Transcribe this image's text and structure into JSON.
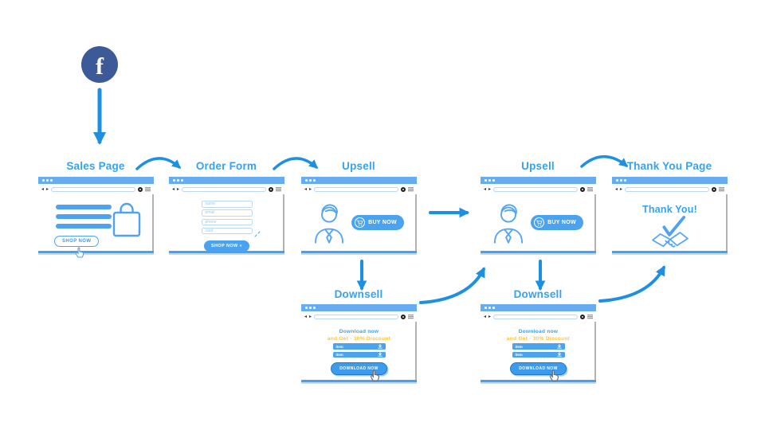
{
  "colors": {
    "label_blue": "#36A2EF",
    "arrow_blue": "#1E90E2",
    "titlebar_blue": "#67ACF0",
    "outline_blue": "#4FA2F0",
    "button_blue": "#3D9BEC",
    "facebook_blue": "#3D5A98",
    "discount_yellow": "#FFC43D",
    "scrollbar_gray": "#B3B3B3"
  },
  "source": {
    "name": "Facebook",
    "glyph": "f"
  },
  "chrome": {
    "back_arrow": "◂",
    "forward_arrow": "▸"
  },
  "windows": {
    "sales": {
      "label": "Sales Page",
      "button": "SHOP NOW"
    },
    "order": {
      "label": "Order Form",
      "fields": [
        "name",
        "email",
        "phone",
        "card"
      ],
      "button": "SHOP NOW »"
    },
    "upsell1": {
      "label": "Upsell",
      "button": "BUY NOW"
    },
    "upsell2": {
      "label": "Upsell",
      "button": "BUY NOW"
    },
    "thankyou": {
      "label": "Thank You Page",
      "message": "Thank You!"
    },
    "downsell1": {
      "label": "Downsell",
      "headline": "Download now",
      "subheadline": "and Get - 30% Discount",
      "items": [
        "item",
        "item"
      ],
      "button": "DOWNLOAD NOW"
    },
    "downsell2": {
      "label": "Downsell",
      "headline": "Download now",
      "subheadline": "and Get - 30% Discount",
      "items": [
        "item",
        "item"
      ],
      "button": "DOWNLOAD NOW"
    }
  },
  "flow": [
    "Facebook → Sales Page",
    "Sales Page → Order Form",
    "Order Form → Upsell",
    "Upsell → Upsell",
    "Upsell → Downsell",
    "Downsell → Upsell",
    "Upsell → Thank You Page",
    "Downsell → Thank You Page"
  ]
}
